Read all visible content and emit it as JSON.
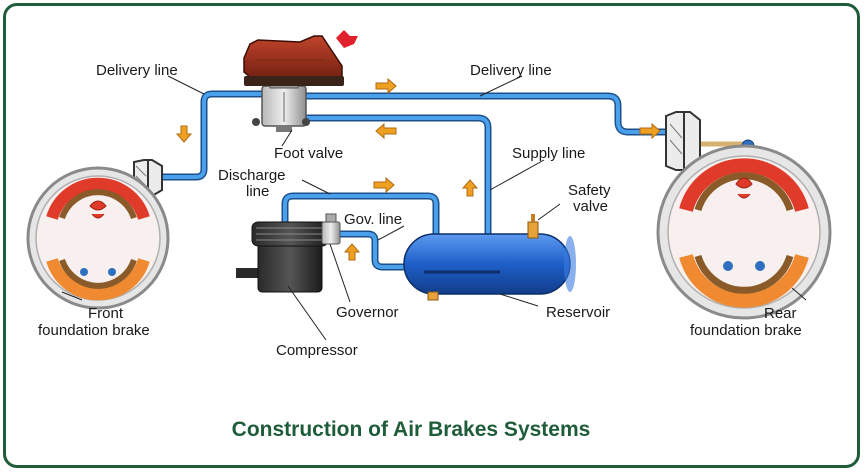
{
  "title": "Construction of Air Brakes Systems",
  "labels": {
    "delivery_line_left": "Delivery line",
    "delivery_line_right": "Delivery line",
    "foot_valve": "Foot valve",
    "supply_line": "Supply line",
    "discharge_line_1": "Discharge",
    "discharge_line_2": "line",
    "gov_line": "Gov. line",
    "safety_valve_1": "Safety",
    "safety_valve_2": "valve",
    "front_brake_1": "Front",
    "front_brake_2": "foundation brake",
    "rear_brake_1": "Rear",
    "rear_brake_2": "foundation brake",
    "governor": "Governor",
    "reservoir": "Reservoir",
    "compressor": "Compressor"
  },
  "colors": {
    "border": "#1f5c3a",
    "title": "#1f5c3a",
    "pipe": "#2f7fd0",
    "tank": "#1e5fc8",
    "flow_arrow": "#f0a020",
    "brake_red": "#e03a2a",
    "brake_orange": "#f08a30"
  }
}
